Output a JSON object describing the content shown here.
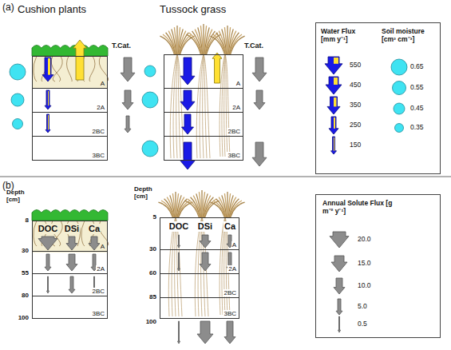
{
  "diagram": {
    "nodes": [
      {
        "text": [
          "A"
        ]
      },
      {
        "text": [
          "2A"
        ]
      },
      {
        "text": [
          "2BC"
        ]
      },
      {
        "text": [
          "3BC"
        ]
      },
      {
        "text": [
          "A"
        ]
      },
      {
        "text": [
          "2A"
        ]
      },
      {
        "text": [
          "2BC"
        ]
      },
      {
        "text": [
          "3BC"
        ]
      },
      {
        "text": [
          "Water Flux [mm y⁻¹]",
          "Soil moisture [cm³ cm⁻³]"
        ]
      },
      {
        "text": [
          "A"
        ]
      },
      {
        "text": [
          "2A"
        ]
      },
      {
        "text": [
          "2BC"
        ]
      },
      {
        "text": [
          "3BC"
        ]
      },
      {
        "text": [
          "A"
        ]
      },
      {
        "text": [
          "2A"
        ]
      },
      {
        "text": [
          "2BC"
        ]
      },
      {
        "text": [
          "3BC"
        ]
      },
      {
        "text": [
          "Annual Solute Flux [g m⁻² y⁻¹]"
        ]
      }
    ],
    "labels": [
      "(a)",
      "Cushion plants",
      "Tussock grass",
      "T.Cat.",
      "T.Cat.",
      "(b)",
      "Depth [cm]",
      "8",
      "30",
      "55",
      "80",
      "100",
      "DOC",
      "DSi",
      "Ca",
      "Depth [cm]",
      "5",
      "30",
      "60",
      "85",
      "100",
      "DOC",
      "DSi",
      "Ca"
    ],
    "legend": [
      {
        "text": "550"
      },
      {
        "text": "450"
      },
      {
        "text": "350"
      },
      {
        "text": "250"
      },
      {
        "text": "150"
      },
      {
        "text": "0.65"
      },
      {
        "text": "0.55"
      },
      {
        "text": "0.45"
      },
      {
        "text": "0.35"
      },
      {
        "text": "20.0"
      },
      {
        "text": "15.0"
      },
      {
        "text": "10.0"
      },
      {
        "text": "5.0"
      },
      {
        "text": "0.5"
      }
    ]
  }
}
